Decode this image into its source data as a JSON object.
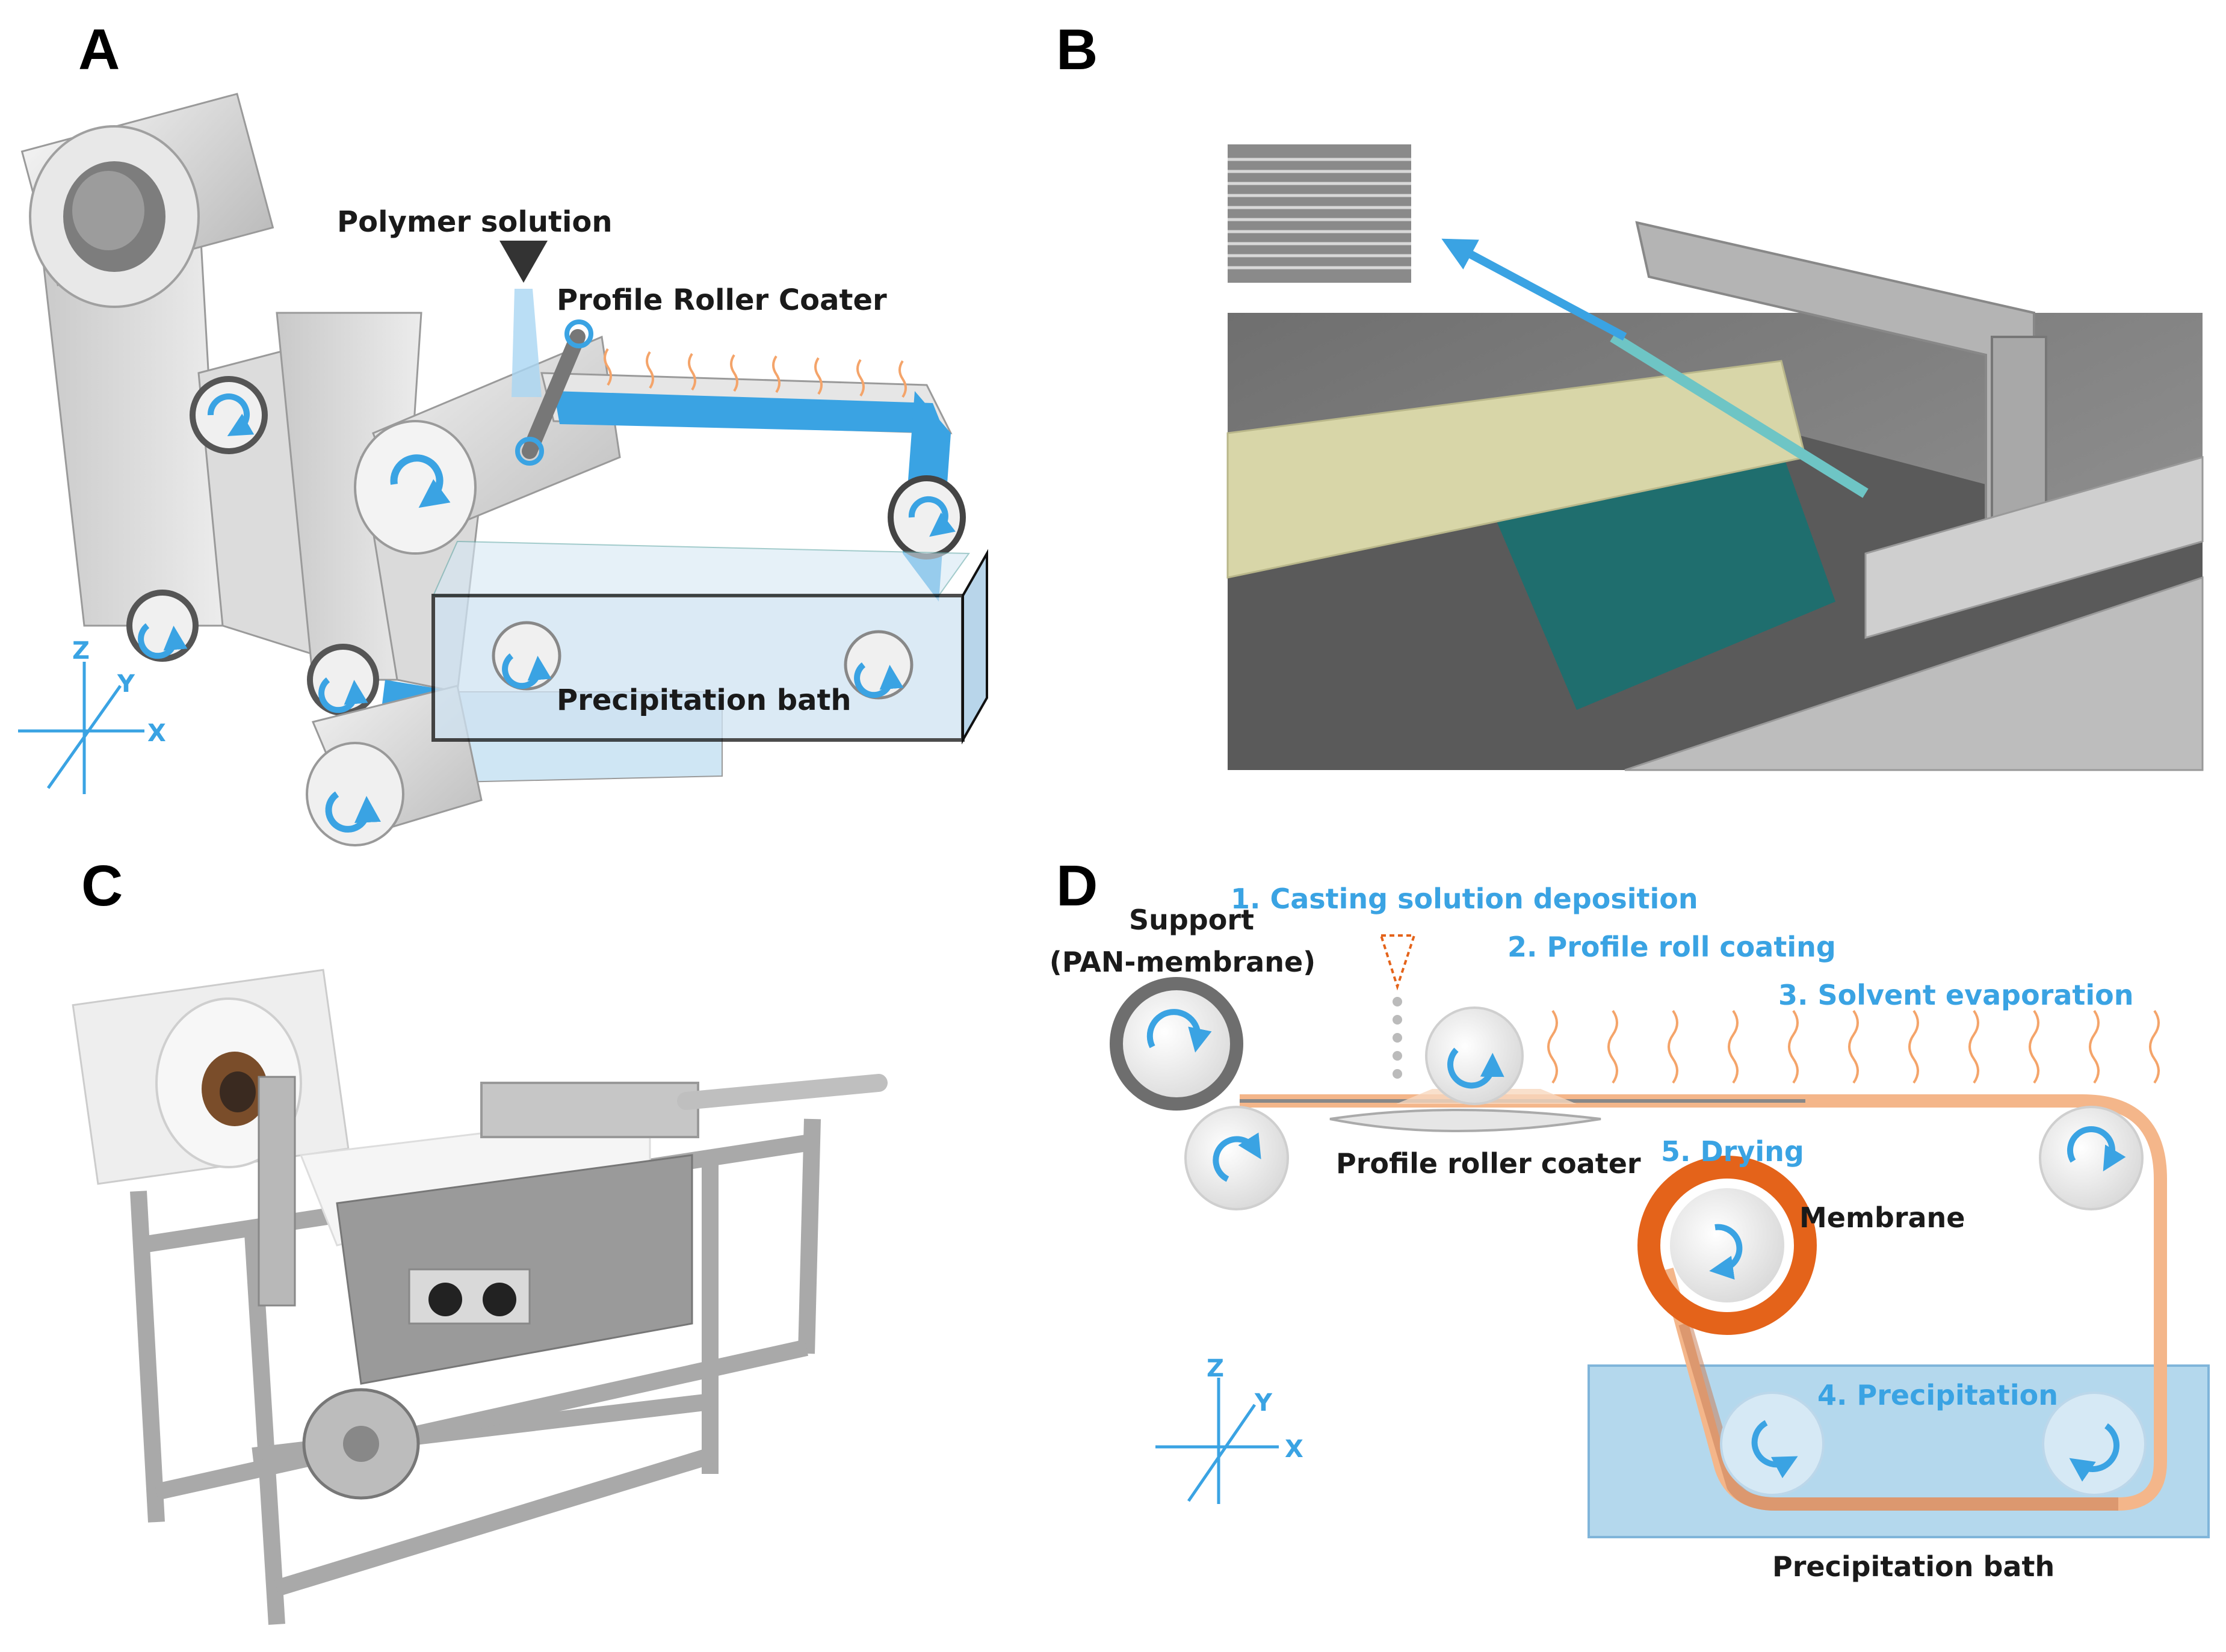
{
  "panels": {
    "a": {
      "letter": "A",
      "polymer_solution": "Polymer solution",
      "profile_roller_coater": "Profile Roller Coater",
      "precipitation_bath": "Precipitation bath",
      "axes": {
        "z": "Z",
        "y": "Y",
        "x": "X"
      }
    },
    "b": {
      "letter": "B"
    },
    "c": {
      "letter": "C"
    },
    "d": {
      "letter": "D",
      "support_line1": "Support",
      "support_line2": "(PAN-membrane)",
      "step1": "1. Casting solution deposition",
      "step2": "2. Profile roll coating",
      "step3": "3. Solvent evaporation",
      "step4": "4. Precipitation",
      "step5": "5. Drying",
      "membrane": "Membrane",
      "profile_roller_coater": "Profile roller coater",
      "precipitation_bath": "Precipitation bath",
      "axes": {
        "z": "Z",
        "y": "Y",
        "x": "X"
      }
    }
  },
  "colors": {
    "accent_blue": "#3aa3e3",
    "coating_orange": "#f4a46a",
    "membrane_orange": "#e4631a",
    "bath_blue": "#a8d2ea"
  }
}
